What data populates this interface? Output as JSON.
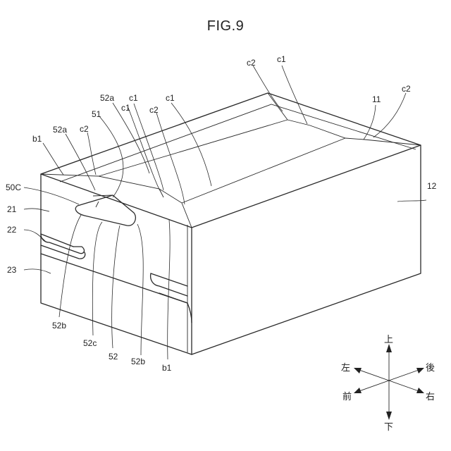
{
  "figure": {
    "title": "FIG.9"
  },
  "labels": {
    "c2_top_a": "c2",
    "c1_top_a": "c1",
    "c2_right": "c2",
    "n11": "11",
    "n52a_upper": "52a",
    "c1_mid_a": "c1",
    "c1_mid_b": "c1",
    "c1_mid_c": "c1",
    "n51": "51",
    "c2_mid": "c2",
    "n52a_left": "52a",
    "c2_left": "c2",
    "b1_upper": "b1",
    "n50C": "50C",
    "n12": "12",
    "n21": "21",
    "n22": "22",
    "n23": "23",
    "n52b_left": "52b",
    "n52c": "52c",
    "n52": "52",
    "n52b_right": "52b",
    "b1_lower": "b1"
  },
  "directions": {
    "up": "上",
    "down": "下",
    "left": "左",
    "right": "右",
    "front": "前",
    "back": "後"
  }
}
